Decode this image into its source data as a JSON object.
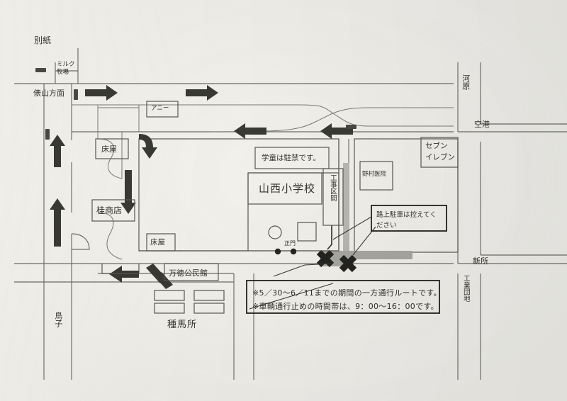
{
  "document": {
    "header_note": "別紙",
    "kind": "hand-drawn road detour map (scanned)"
  },
  "places": {
    "milk_farm": "ミルク\n牧場",
    "tawarayama_direction": "俵山方面",
    "annie": "アニー",
    "barber_top": "床屋",
    "barber_bottom": "床屋",
    "katsura_store": "桂商店",
    "mantoku_hall": "万徳公民館",
    "stud_farm": "種馬所",
    "toriko": "鳥子",
    "school": "山西小学校",
    "main_gate": "正門",
    "nomura_clinic": "野村医院",
    "seven_eleven": "セブン\nイレブン",
    "kawara": "河原",
    "airport": "空港",
    "shinsho": "新所",
    "industrial_park": "工業団地"
  },
  "notices": {
    "no_parking_students": "学童は駐禁です。",
    "construction_zone": "工事区間",
    "street_parking": "路上駐車は控えてく\nださい",
    "main_notice_line1": "※5／30〜6／11までの期間の一方通行ルートです。",
    "main_notice_line2": "※車輌通行止めの時間帯は、9：00〜16：00です。"
  },
  "symbols": {
    "x_mark_left": "✕",
    "x_mark_right": "✕",
    "arrow_right_top": "→",
    "arrow_right_top2": "→",
    "arrow_left_upper_mid": "←",
    "arrow_left_upper_right": "←",
    "arrow_up_left_a": "↑",
    "arrow_up_left_b": "↑",
    "arrow_down_mid": "↓",
    "arrow_curve_down": "↴",
    "arrow_left_lower": "←",
    "traffic_signals": 3
  },
  "colors": {
    "paper": "#f3f2ed",
    "ink": "#33332d",
    "road_line": "#6e6e68",
    "arrow_fill": "#3a3a34",
    "construction_band": "#b9b8b1",
    "x_mark": "#232320"
  }
}
